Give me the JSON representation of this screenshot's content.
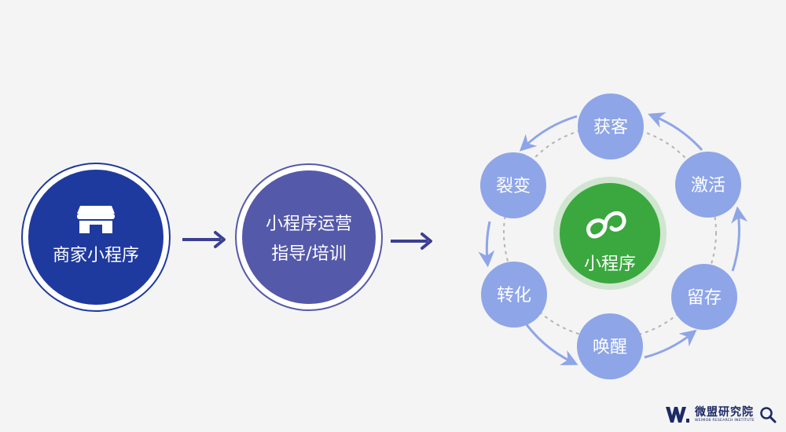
{
  "nodes": {
    "merchant": "商家小程序",
    "training_line1": "小程序运营",
    "training_line2": "指导/培训",
    "center": "小程序"
  },
  "cycle": [
    "获客",
    "激活",
    "留存",
    "唤醒",
    "转化",
    "裂变"
  ],
  "logo": {
    "name_cn": "微盟研究院",
    "name_en": "WEIMOB RESEARCH INSTITUTE"
  },
  "colors": {
    "background": "#f4f4f4",
    "merchant_circle": "#1f3a9e",
    "training_circle": "#5559aa",
    "cycle_circle": "#8ea5e8",
    "cycle_arrow": "#8ea5e8",
    "center_circle": "#3aa83e",
    "arrow_dark": "#3c3f92"
  },
  "icons": {
    "merchant": "storefront-icon",
    "center": "mini-program-icon",
    "logo": "magnifier-icon"
  }
}
